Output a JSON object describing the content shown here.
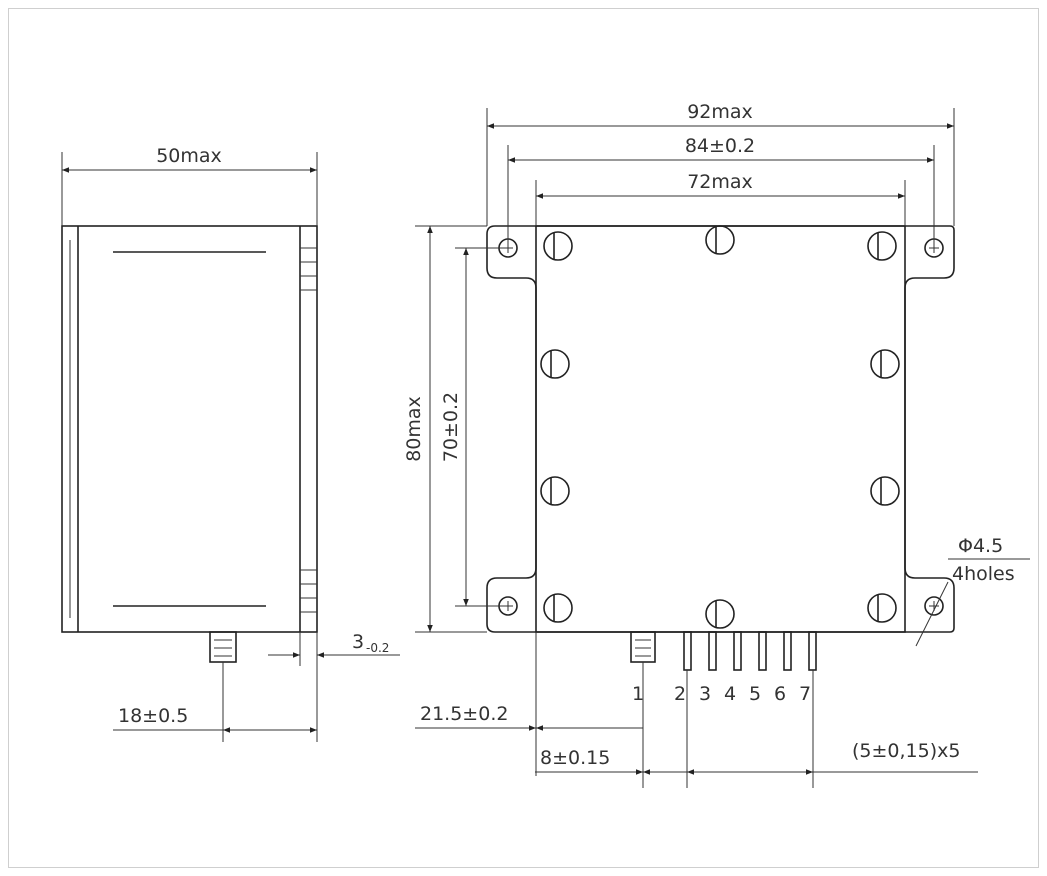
{
  "dimensions": {
    "side_width": "50max",
    "overall_width": "92max",
    "hole_spacing_h": "84±0.2",
    "body_width": "72max",
    "overall_height": "80max",
    "hole_spacing_v": "70±0.2",
    "hole_spec_top": "Φ4.5",
    "hole_spec_bottom": "4holes",
    "connector_offset_side": "18±0.5",
    "connector_height_main": "3",
    "connector_height_sub": "-0.2",
    "pin1_offset": "21.5±0.2",
    "pin_first_offset": "8±0.15",
    "pin_pitch": "(5±0,15)x5"
  },
  "pins": [
    "1",
    "2",
    "3",
    "4",
    "5",
    "6",
    "7"
  ],
  "colors": {
    "line": "#222222",
    "frame": "#cfcfcf"
  }
}
